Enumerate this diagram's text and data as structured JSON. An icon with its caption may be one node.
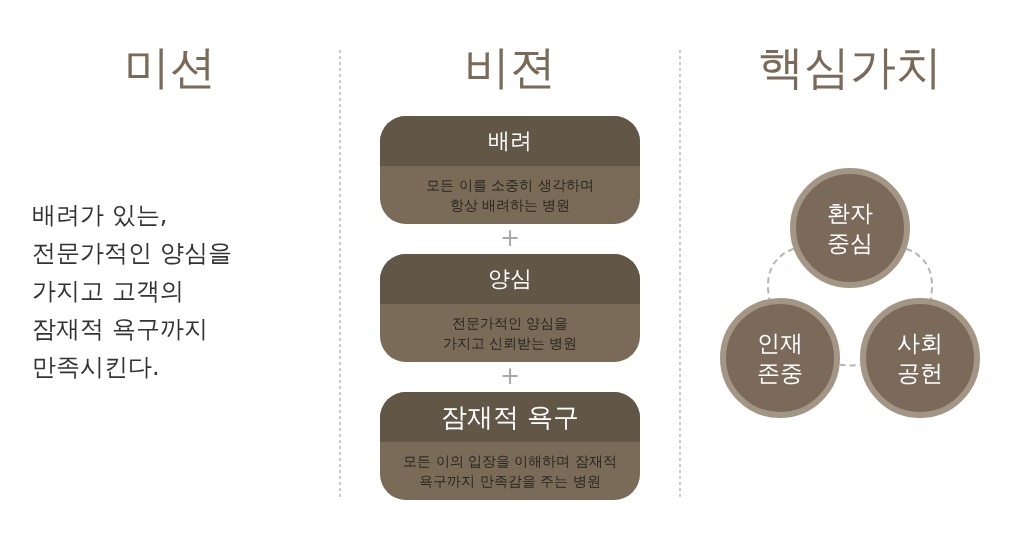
{
  "diagram": {
    "nodes": [
      {
        "text": [
          "배려",
          "모든 이를 소중히 생각하며 항상 배려하는 병원"
        ]
      },
      {
        "text": [
          "양심",
          "전문가적인 양심을 가지고 신뢰받는 병원"
        ]
      },
      {
        "text": [
          "잠재적 욕구",
          "모든 이의 입장을 이해하며 잠재적 욕구까지 만족감을 주는 병원"
        ]
      },
      {
        "text": [
          "환자 중심"
        ]
      },
      {
        "text": [
          "인재 존중"
        ]
      },
      {
        "text": [
          "사회 공헌"
        ]
      }
    ],
    "edges": [
      {
        "from": 3,
        "to": 4,
        "arrow": "none",
        "style": "dashed"
      },
      {
        "from": 3,
        "to": 5,
        "arrow": "none",
        "style": "dashed"
      },
      {
        "from": 4,
        "to": 5,
        "arrow": "none",
        "style": "dashed"
      }
    ],
    "labels": [
      "미션",
      "비젼",
      "핵심가치",
      "배려가 있는, 전문가적인 양심을 가지고 고객의 잠재적 욕구까지 만족시킨다.",
      "+",
      "+"
    ]
  }
}
